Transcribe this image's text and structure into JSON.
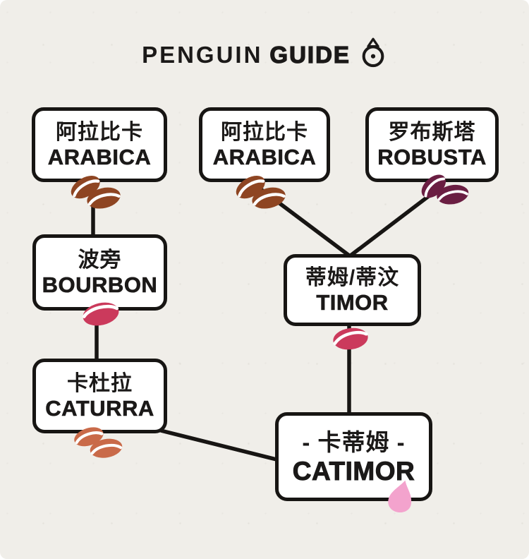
{
  "header": {
    "brand_light": "PENGUIN",
    "brand_bold": "GUIDE",
    "logo_icon": "penguin-timer-logo"
  },
  "palette": {
    "background": "#F0EEE9",
    "ink": "#171513",
    "box_fill": "#FFFFFF",
    "bean_brown": "#8E4522",
    "bean_plum": "#6A1E42",
    "bean_crimson": "#CB3A5C",
    "bean_terracotta": "#C96A49",
    "drop_pink": "#F3A3CD",
    "crease_white": "#FFFFFF"
  },
  "nodes": [
    {
      "id": "arabica-left",
      "zh": "阿拉比卡",
      "en": "ARABICA",
      "bean": "double-bean-brown"
    },
    {
      "id": "arabica-mid",
      "zh": "阿拉比卡",
      "en": "ARABICA",
      "bean": "double-bean-brown"
    },
    {
      "id": "robusta",
      "zh": "罗布斯塔",
      "en": "ROBUSTA",
      "bean": "double-bean-plum"
    },
    {
      "id": "bourbon",
      "zh": "波旁",
      "en": "BOURBON",
      "bean": "single-bean-crimson"
    },
    {
      "id": "timor",
      "zh": "蒂姆/蒂汶",
      "en": "TIMOR",
      "bean": "single-bean-crimson"
    },
    {
      "id": "caturra",
      "zh": "卡杜拉",
      "en": "CATURRA",
      "bean": "double-bean-terracotta"
    },
    {
      "id": "catimor",
      "zh": "- 卡蒂姆 -",
      "en": "CATIMOR",
      "bean": "pink-drop"
    }
  ],
  "edges": [
    {
      "from": "arabica-left",
      "to": "bourbon"
    },
    {
      "from": "bourbon",
      "to": "caturra"
    },
    {
      "from": "arabica-mid",
      "to": "timor"
    },
    {
      "from": "robusta",
      "to": "timor"
    },
    {
      "from": "timor",
      "to": "catimor"
    },
    {
      "from": "caturra",
      "to": "catimor"
    }
  ]
}
